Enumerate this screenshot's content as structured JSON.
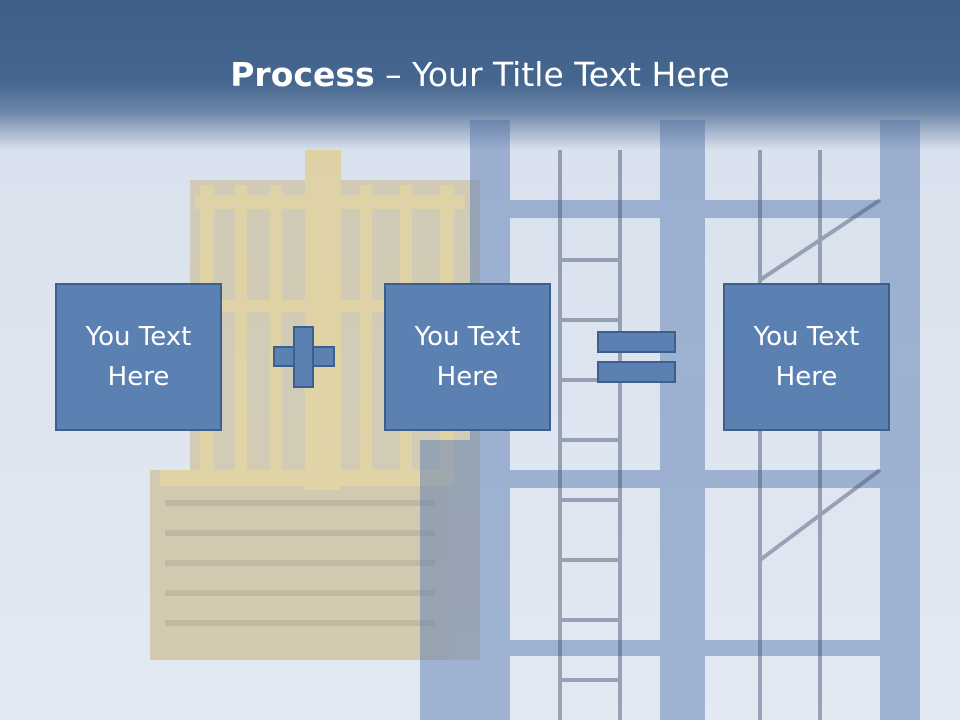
{
  "slide": {
    "title_bold": "Process",
    "title_separator": " – ",
    "title_rest": "Your Title Text Here",
    "boxes": [
      {
        "line1": "You Text",
        "line2": "Here"
      },
      {
        "line1": "You Text",
        "line2": "Here"
      },
      {
        "line1": "You Text",
        "line2": "Here"
      }
    ],
    "operators": [
      "plus-icon",
      "equals-icon"
    ]
  },
  "colors": {
    "header": "#43648d",
    "box_fill": "#5b80b2",
    "box_border": "#3e5f8c",
    "text": "#ffffff"
  }
}
